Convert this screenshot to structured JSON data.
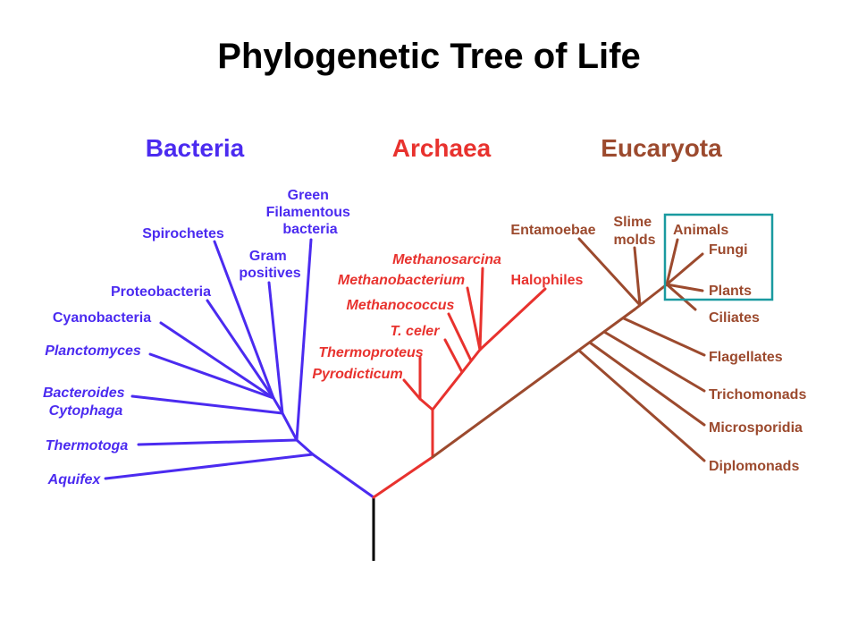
{
  "title": "Phylogenetic Tree of Life",
  "colors": {
    "bacteria": "#4b2bf0",
    "archaea": "#e8322e",
    "eucaryota": "#9c4a2e",
    "root": "#000000",
    "highlight": "#1a9aa0"
  },
  "domains": {
    "bacteria": "Bacteria",
    "archaea": "Archaea",
    "eucaryota": "Eucaryota"
  },
  "bacteria": {
    "green_filamentous": [
      "Green",
      "Filamentous",
      "bacteria"
    ],
    "gram_positives": [
      "Gram",
      "positives"
    ],
    "spirochetes": "Spirochetes",
    "proteobacteria": "Proteobacteria",
    "cyanobacteria": "Cyanobacteria",
    "planctomyces": "Planctomyces",
    "bacteroides": [
      "Bacteroides",
      "Cytophaga"
    ],
    "thermotoga": "Thermotoga",
    "aquifex": "Aquifex"
  },
  "archaea": {
    "methanosarcina": "Methanosarcina",
    "methanobacterium": "Methanobacterium",
    "halophiles": "Halophiles",
    "methanococcus": "Methanococcus",
    "t_celer": "T. celer",
    "thermoproteus": "Thermoproteus",
    "pyrodicticum": "Pyrodicticum"
  },
  "eucaryota": {
    "entamoebae": "Entamoebae",
    "slime_molds": [
      "Slime",
      "molds"
    ],
    "animals": "Animals",
    "fungi": "Fungi",
    "plants": "Plants",
    "ciliates": "Ciliates",
    "flagellates": "Flagellates",
    "trichomonads": "Trichomonads",
    "microsporidia": "Microsporidia",
    "diplomonads": "Diplomonads"
  }
}
